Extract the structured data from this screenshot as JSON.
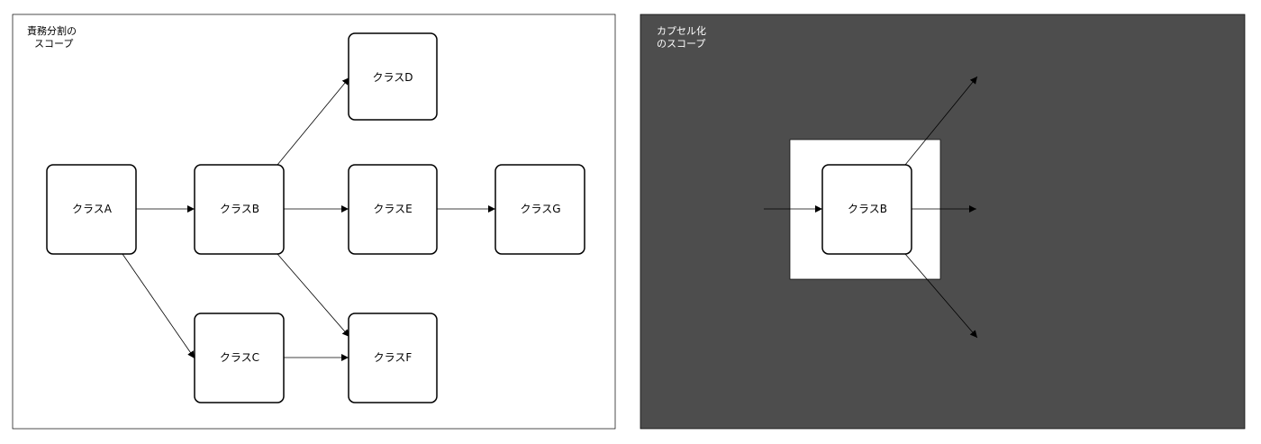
{
  "left_panel": {
    "title_line1": "責務分割の",
    "title_line2": "スコープ",
    "classes": {
      "a": "クラスA",
      "b": "クラスB",
      "c": "クラスC",
      "d": "クラスD",
      "e": "クラスE",
      "f": "クラスF",
      "g": "クラスG"
    }
  },
  "right_panel": {
    "title_line1": "カプセル化",
    "title_line2": "のスコープ",
    "class_b": "クラスB"
  },
  "colors": {
    "dark_panel": "#4d4d4d",
    "stroke": "#000000",
    "box_fill": "#ffffff"
  }
}
